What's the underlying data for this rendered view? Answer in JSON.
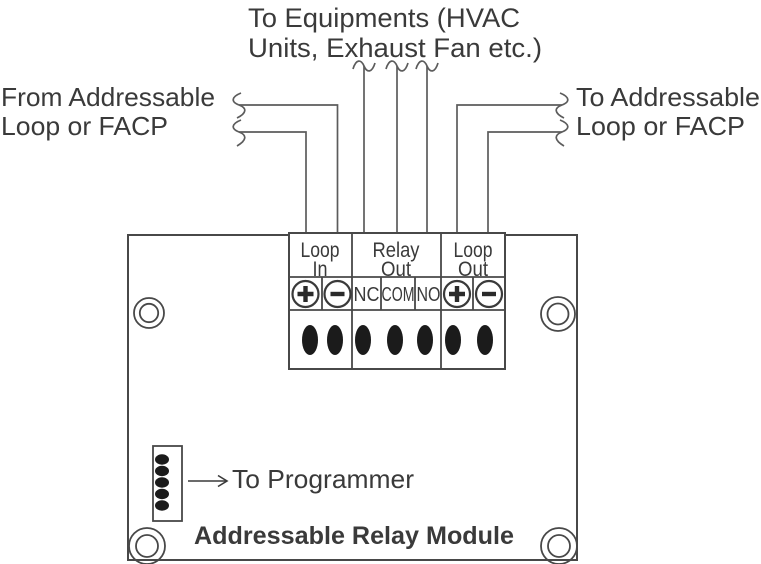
{
  "figure": {
    "type": "wiring-diagram",
    "module_title": "Addressable Relay Module",
    "colors": {
      "background": "#ffffff",
      "wire_gray": "#5c5c5c",
      "outline_gray": "#484848",
      "text_gray": "#3a3a3a",
      "terminal_black": "#1b1b1b"
    }
  },
  "annotations": {
    "equipments": {
      "line1": "To Equipments (HVAC",
      "line2": "Units, Exhaust Fan etc.)"
    },
    "from_loop": {
      "line1": "From Addressable",
      "line2": "Loop or FACP"
    },
    "to_loop": {
      "line1": "To Addressable",
      "line2": "Loop or FACP"
    },
    "programmer": "To Programmer"
  },
  "terminal_block": {
    "sections": [
      {
        "name": "loop-in",
        "line1": "Loop",
        "line2": "In",
        "terminals": [
          "+",
          "−"
        ]
      },
      {
        "name": "relay-out",
        "line1": "Relay",
        "line2": "Out",
        "terminals": [
          "NC",
          "COM",
          "NO"
        ]
      },
      {
        "name": "loop-out",
        "line1": "Loop",
        "line2": "Out",
        "terminals": [
          "+",
          "−"
        ]
      }
    ]
  }
}
